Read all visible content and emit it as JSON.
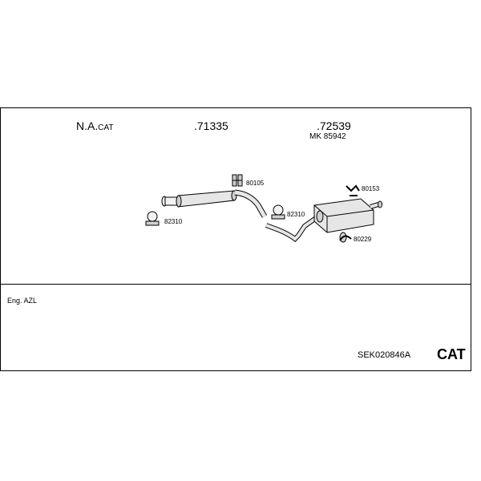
{
  "header": {
    "col1_main": "N.A.",
    "col1_suffix": "CAT",
    "col2": ".71335",
    "col3": ".72539",
    "col3_sub": "MK 85942"
  },
  "parts": {
    "hanger_top": "80105",
    "clamp_left": "82310",
    "clamp_mid": "82310",
    "bracket_right": "80153",
    "hanger_right": "80229"
  },
  "footer": {
    "engine": "Eng. AZL",
    "kit_code": "SEK020846A",
    "category": "CAT"
  }
}
